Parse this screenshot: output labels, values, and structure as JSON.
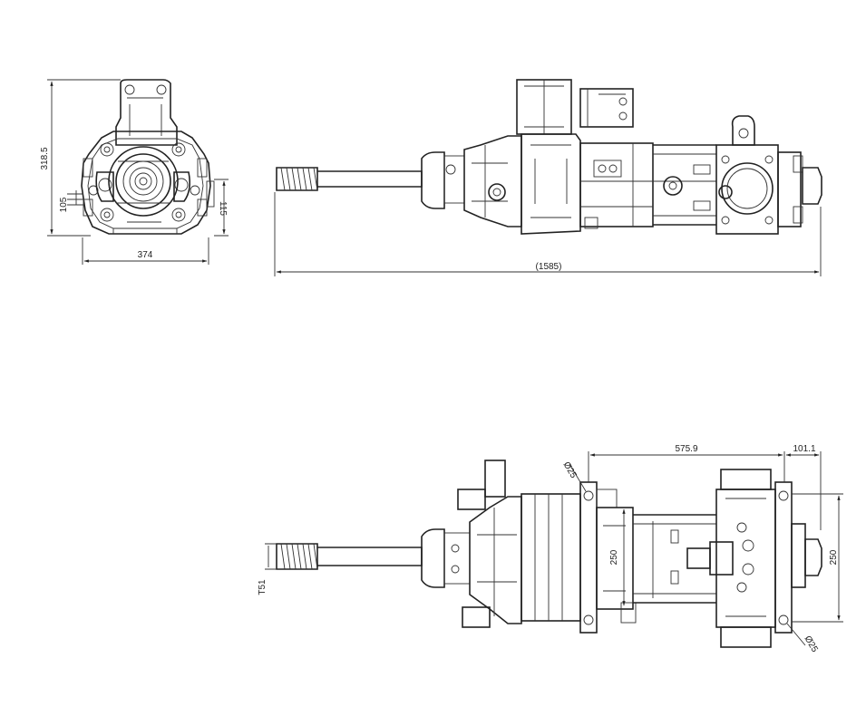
{
  "drawing": {
    "front_view": {
      "height_dim": "318.5",
      "width_dim": "374",
      "offset_dim": "105",
      "side_dim": "115"
    },
    "side_view": {
      "length_dim": "(1585)"
    },
    "top_view": {
      "length_dim": "575.9",
      "end_dim": "101.1",
      "hole_top": "Ø25",
      "hole_bottom": "Ø25",
      "height_dim": "250",
      "inner_dim": "250",
      "shank_dim": "T51"
    }
  }
}
